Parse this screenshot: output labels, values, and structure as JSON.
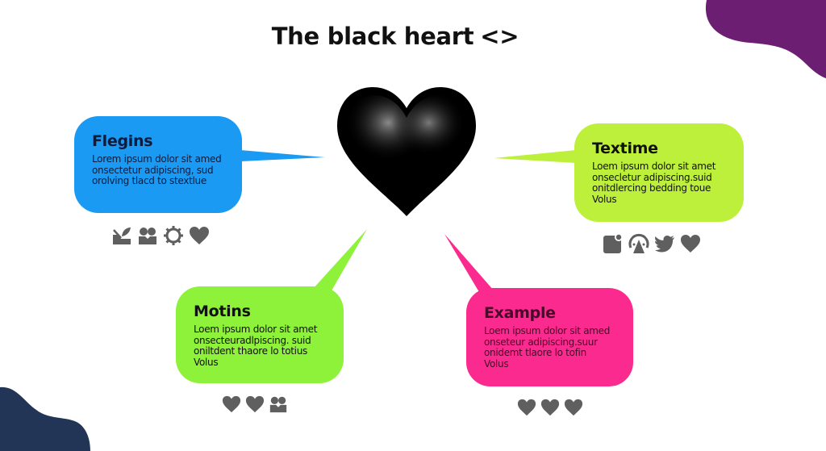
{
  "title": {
    "text": "The black heart",
    "code_glyph": "<>"
  },
  "center": {
    "icon": "black-heart-icon",
    "color": "#000000"
  },
  "decorations": {
    "top_right_blob_color": "#6c1f72",
    "bottom_left_blob_color": "#233556"
  },
  "bubbles": [
    {
      "id": "flegins",
      "title": "Flegins",
      "lines": [
        "Lorem ipsum dolor sit amed",
        "onsectetur adipiscing, sud",
        "orolving tlacd to stextlue"
      ],
      "color": "#1a9af2",
      "icons": [
        "bowl-with-leaf-icon",
        "people-icon",
        "gear-icon",
        "heart-icon"
      ]
    },
    {
      "id": "textime",
      "title": "Textime",
      "lines": [
        "Loem ipsum dolor sit amet",
        "onsecletur adipiscing.suid",
        "onitdlercing bedding toue",
        "Volus"
      ],
      "color": "#bdf03a",
      "icons": [
        "app-badge-icon",
        "broadcast-icon",
        "twitter-bird-icon",
        "heart-icon"
      ]
    },
    {
      "id": "motins",
      "title": "Motins",
      "lines": [
        "Loem ipsum dolor sit amet",
        "onsecteuradlpiscing. suid",
        "oniltdent thaore lo totius",
        "Volus"
      ],
      "color": "#8ef13a",
      "icons": [
        "heart-icon",
        "heart-icon",
        "people-icon"
      ]
    },
    {
      "id": "example",
      "title": "Example",
      "lines": [
        "Loem ipsum dolor sit amed",
        "onseteur adipiscing.suur",
        "onidemt tlaore lo tofin",
        "Volus"
      ],
      "color": "#fb2a8e",
      "icons": [
        "heart-icon",
        "heart-icon",
        "heart-icon"
      ]
    }
  ],
  "icon_color": "#5f5f5f"
}
